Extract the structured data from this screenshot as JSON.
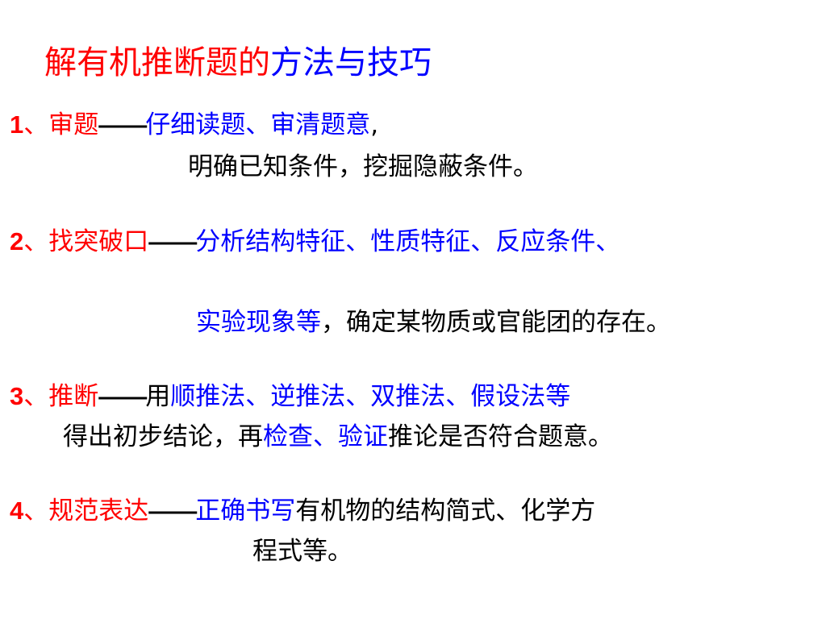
{
  "title": {
    "part1": "解有机推断题的",
    "part2": "方法与技巧"
  },
  "items": [
    {
      "number": "1",
      "sep": "、",
      "heading": "审题",
      "dash": "——",
      "line1_blue": "仔细读题、审清题意",
      "line1_tail": ",",
      "line2": "明确已知条件，挖掘隐蔽条件。"
    },
    {
      "number": "2",
      "sep": "、",
      "heading": "找突破口",
      "dash": "——",
      "line1_blue": "分析结构特征、性质特征、反应条件、",
      "line2_blue": "实验现象等",
      "line2_black": "，确定某物质或官能团的存在。"
    },
    {
      "number": "3",
      "sep": "、",
      "heading": "推断",
      "dash": "——",
      "line1_black": "用",
      "line1_blue": "顺推法、逆推法、双推法、假设法等",
      "line2_black_a": "得出初步结论，再",
      "line2_blue": "检查、验证",
      "line2_black_b": "推论是否符合题意。"
    },
    {
      "number": "4",
      "sep": "、",
      "heading": "规范表达",
      "dash": "——",
      "line1_blue": "正确书写",
      "line1_black": "有机物的结构简式、化学方",
      "line2": "程式等。"
    }
  ],
  "colors": {
    "heading": "#ff0000",
    "emphasis": "#0000ff",
    "body": "#000000",
    "background": "#ffffff"
  }
}
